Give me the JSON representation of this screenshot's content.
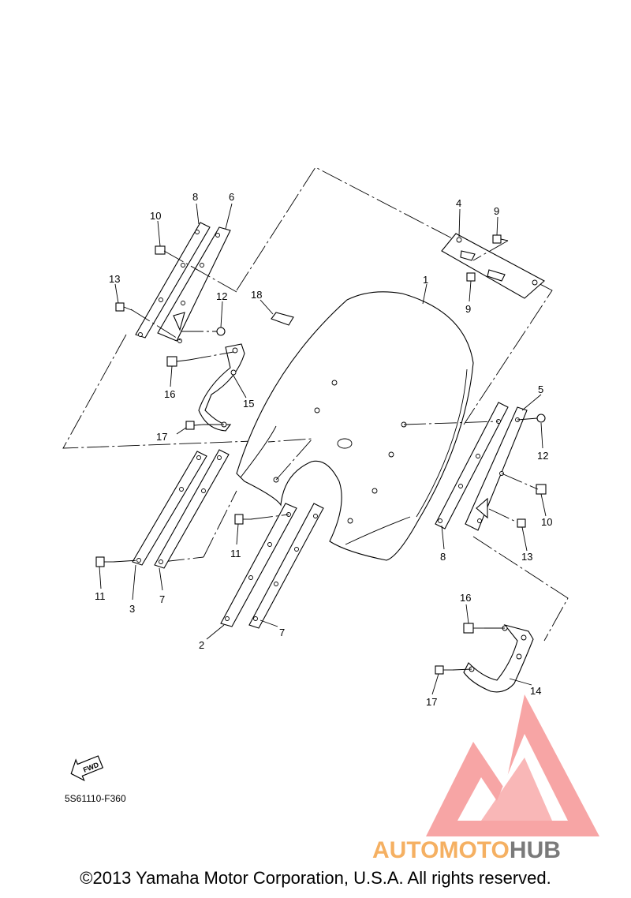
{
  "callouts": [
    "1",
    "2",
    "3",
    "4",
    "5",
    "6",
    "7",
    "7",
    "8",
    "8",
    "9",
    "9",
    "10",
    "10",
    "11",
    "11",
    "12",
    "12",
    "13",
    "13",
    "14",
    "15",
    "16",
    "16",
    "17",
    "17",
    "18"
  ],
  "direction_label": "FWD",
  "diagram_code": "5S61110-F360",
  "watermark": {
    "part1": "AUTOMOTO",
    "part2": "HUB"
  },
  "copyright": "©2013 Yamaha Motor Corporation, U.S.A. All rights reserved.",
  "colors": {
    "watermark_red": "#f25c5c",
    "watermark_orange": "#f5b062",
    "watermark_gray": "#7a7a7a",
    "line": "#000000"
  }
}
